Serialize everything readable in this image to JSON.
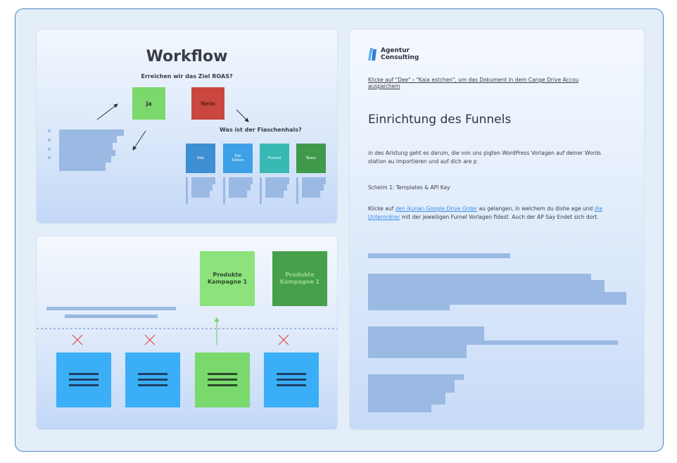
{
  "workflow": {
    "title": "Workflow",
    "question": "Erreichen wir das Ziel ROAS?",
    "yes_label": "Ja",
    "no_label": "Nein",
    "question2": "Was ist der Flaschenhals?",
    "options": [
      {
        "label": "Ads",
        "color": "#3d8fd1"
      },
      {
        "label": "Die Seiten",
        "color": "#3ea0e6"
      },
      {
        "label": "Funnel",
        "color": "#38b9b4"
      },
      {
        "label": "Team",
        "color": "#3e9a4a"
      }
    ]
  },
  "campaign": {
    "product_a": "Produkte Kampagne 1",
    "product_b": "Produkte Kampagne 1",
    "colors": {
      "blue": "#3aaef6",
      "green": "#7ad96d",
      "dark_green": "#46a04b",
      "x_mark": "#e24b4b"
    }
  },
  "doc": {
    "brand_line1": "Agentur",
    "brand_line2": "Consulting",
    "link_line1": "Klicke auf \"Dee\" › \"Kaia estchen\", um das Dokument in dem Cange Drive Accou",
    "link_line2": "auspaichem",
    "heading": "Einrichtung des Funnels",
    "para1_line1": "in des Aristung geht es darum, die von uns pigten WordPress Vorlagen auf deiner Words",
    "para1_line2": "station au importieren und auf dich are p",
    "step": "Scheim 1: Templates & API Kay",
    "para2_pre": "Klicke auf ",
    "para2_link1": "den ikunan Google Drive Order",
    "para2_mid": " au gelangen, in welchem du dishe age und ",
    "para2_link2a": "die",
    "para2_link2b": "Unterordner",
    "para2_post": " mit der jeweiligen Furnel Vorlagen fidest. Auch der AP Say Endet sich dort."
  }
}
